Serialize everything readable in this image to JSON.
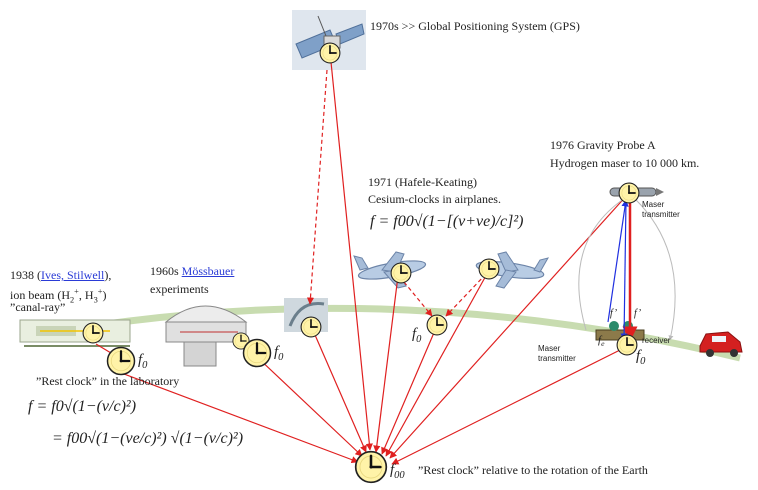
{
  "labels": {
    "gps": "1970s >> Global Positioning System (GPS)",
    "gp_a_line1": "1976 Gravity Probe A",
    "gp_a_line2": "Hydrogen maser to 10 000 km.",
    "hk_year": "1971 (",
    "hk_name": "Hafele-Keating",
    "hk_close": ")",
    "hk_line2": "Cesium-clocks in airplanes.",
    "ives_year": "1938 (",
    "ives_name": "Ives, Stilwell",
    "ives_close": "),",
    "ives_line2_a": "ion beam (H",
    "ives_line2_b": "2",
    "ives_line2_c": "+",
    "ives_line2_d": ", H",
    "ives_line2_e": "3",
    "ives_line2_f": "+",
    "ives_line2_g": ")",
    "ives_line3": "”canal-ray”",
    "moss_year": "1960s ",
    "moss_name": "Mössbauer",
    "moss_line2": "experiments",
    "rest_lab": "”Rest clock” in the laboratory",
    "rest_earth": "”Rest clock” relative to the rotation of the Earth",
    "maser_transmitter_top_1": "Maser",
    "maser_transmitter_top_2": "transmitter",
    "maser_transmitter_bottom_1": "Maser",
    "maser_transmitter_bottom_2": "transmitter",
    "receiver": "receiver",
    "f_e": "f",
    "f_e_sub": "e",
    "f_prime": "f’",
    "f_prime2": "f’",
    "f0": "f",
    "f0_sub": "0",
    "f00_sub": "00"
  },
  "formulas": {
    "hk": "f = f00√(1−[(v+ve)/c]²)",
    "lab1": "f = f0√(1−(v/c)²)",
    "lab2": "= f00√(1−(ve/c)²) √(1−(v/c)²)"
  },
  "colors": {
    "arrow_red": "#e02020",
    "arrow_blue": "#2030e0",
    "earth_arc": "#c8dcb0",
    "clock_face": "#fff3a8",
    "car": "#d42020"
  }
}
